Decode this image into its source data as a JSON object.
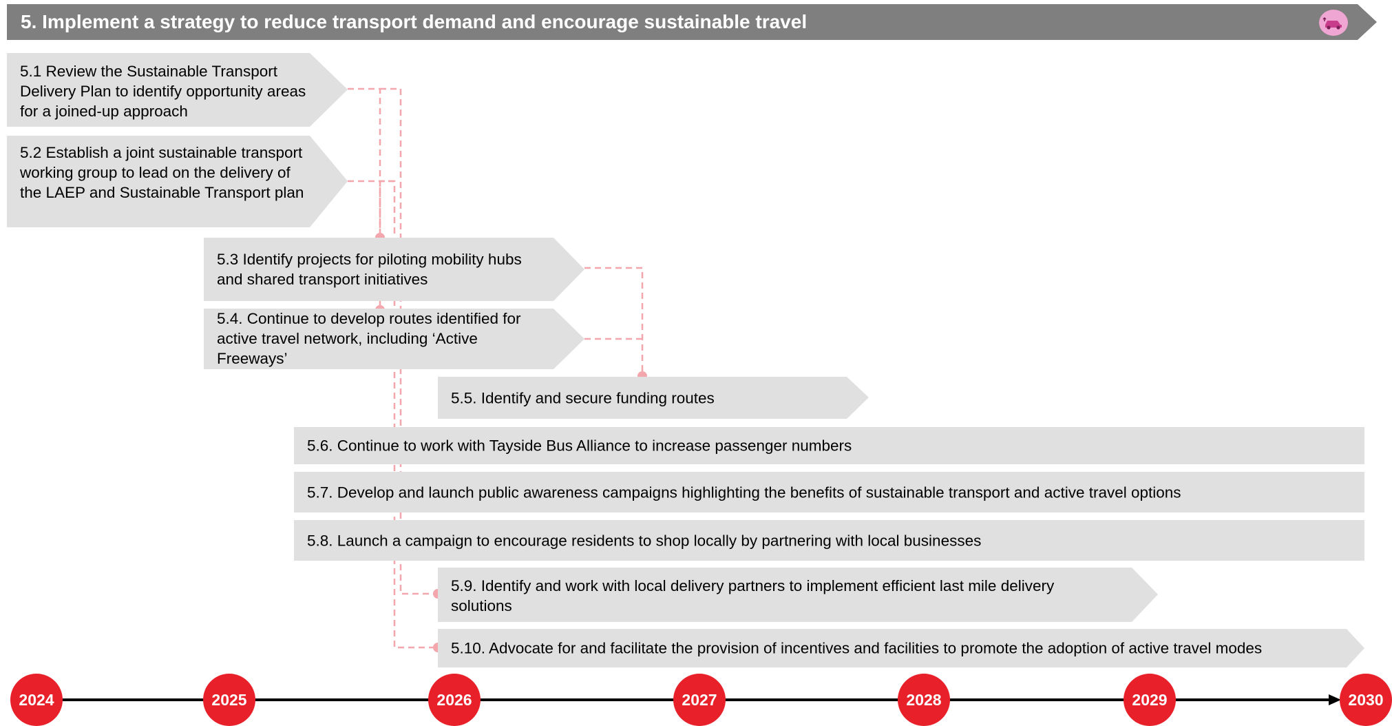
{
  "header": {
    "title": "5. Implement a strategy to reduce transport demand and encourage sustainable travel",
    "icon": "car-sharing-icon",
    "bar_color": "#7f7f7f",
    "icon_color": "#f0a6d2"
  },
  "tasks": [
    {
      "id": "5.1",
      "text": "5.1 Review the Sustainable Transport Delivery Plan to identify opportunity areas for a joined-up approach"
    },
    {
      "id": "5.2",
      "text": "5.2 Establish a joint sustainable transport working group to lead on the delivery of the LAEP and Sustainable Transport plan"
    },
    {
      "id": "5.3",
      "text": "5.3 Identify projects for piloting mobility hubs and shared transport initiatives"
    },
    {
      "id": "5.4",
      "text": "5.4. Continue to develop routes identified for active travel network, including ‘Active Freeways’"
    },
    {
      "id": "5.5",
      "text": "5.5. Identify and secure funding routes"
    },
    {
      "id": "5.6",
      "text": "5.6. Continue to work with Tayside Bus Alliance to increase passenger numbers"
    },
    {
      "id": "5.7",
      "text": "5.7. Develop and launch public awareness campaigns highlighting the benefits of sustainable transport and active travel options"
    },
    {
      "id": "5.8",
      "text": "5.8. Launch a campaign to encourage residents to shop locally by partnering with local businesses"
    },
    {
      "id": "5.9",
      "text": "5.9. Identify and work with local delivery partners to implement efficient last mile delivery solutions"
    },
    {
      "id": "5.10",
      "text": "5.10. Advocate for and facilitate the provision of incentives and facilities to promote the adoption of active travel modes"
    }
  ],
  "timeline": {
    "years": [
      "2024",
      "2025",
      "2026",
      "2027",
      "2028",
      "2029",
      "2030"
    ],
    "marker_color": "#e8202a"
  },
  "colors": {
    "task_fill": "#e0e0e0",
    "connector": "#f4a6ad"
  }
}
